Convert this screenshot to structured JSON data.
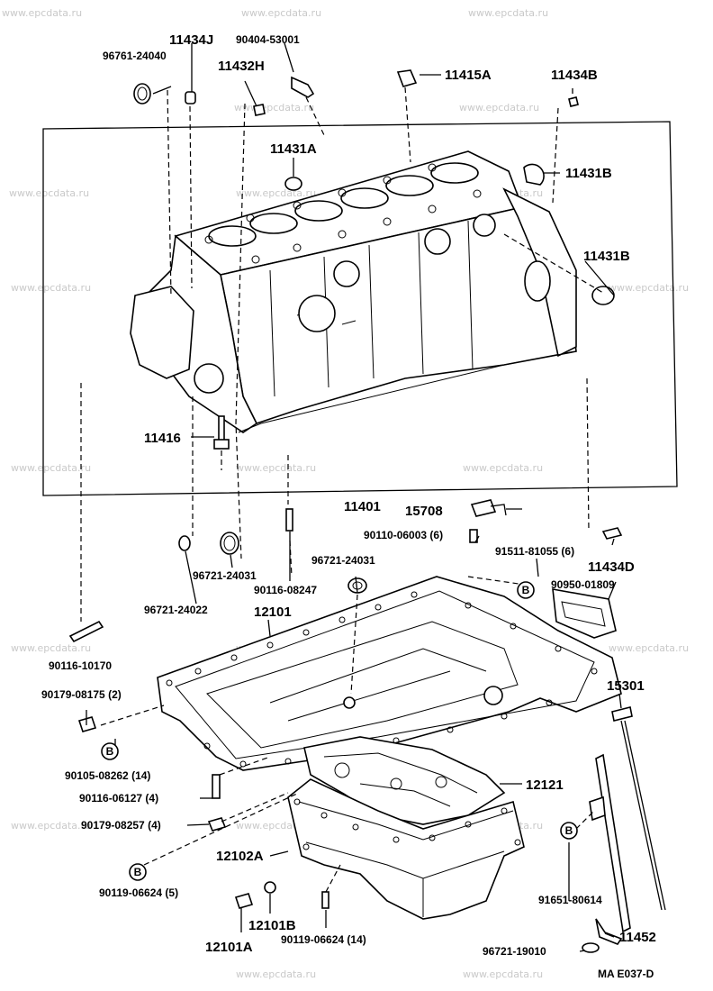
{
  "diagram": {
    "watermark": "www.epcdata.ru",
    "code": "MA E037-D",
    "labels": {
      "p96761_24040": "96761-24040",
      "p11434J": "11434J",
      "p90404_53001": "90404-53001",
      "p11432H": "11432H",
      "p11415A": "11415A",
      "p11434B": "11434B",
      "p11431A": "11431A",
      "p11431B_top": "11431B",
      "p11431B_mid": "11431B",
      "p11416": "11416",
      "p11401": "11401",
      "p15708": "15708",
      "p90110_06003": "90110-06003 (6)",
      "p91511_81055": "91511-81055 (6)",
      "p11434D": "11434D",
      "p90950_01809": "90950-01809",
      "p96721_24031_left": "96721-24031",
      "p96721_24031_right": "96721-24031",
      "p90116_08247": "90116-08247",
      "p96721_24022": "96721-24022",
      "p12101": "12101",
      "p90116_10170": "90116-10170",
      "p90179_08175": "90179-08175 (2)",
      "p15301": "15301",
      "p90105_08262": "90105-08262 (14)",
      "p12121": "12121",
      "p90116_06127": "90116-06127 (4)",
      "p90179_08257": "90179-08257 (4)",
      "p12102A": "12102A",
      "p90119_06624_5": "90119-06624 (5)",
      "p91651_80614": "91651-80614",
      "p12101B": "12101B",
      "p90119_06624_14": "90119-06624 (14)",
      "p12101A": "12101A",
      "p11452": "11452",
      "p96721_19010": "96721-19010"
    },
    "markers": {
      "b1": "B",
      "b2": "B",
      "b3": "B",
      "b4": "B"
    }
  }
}
